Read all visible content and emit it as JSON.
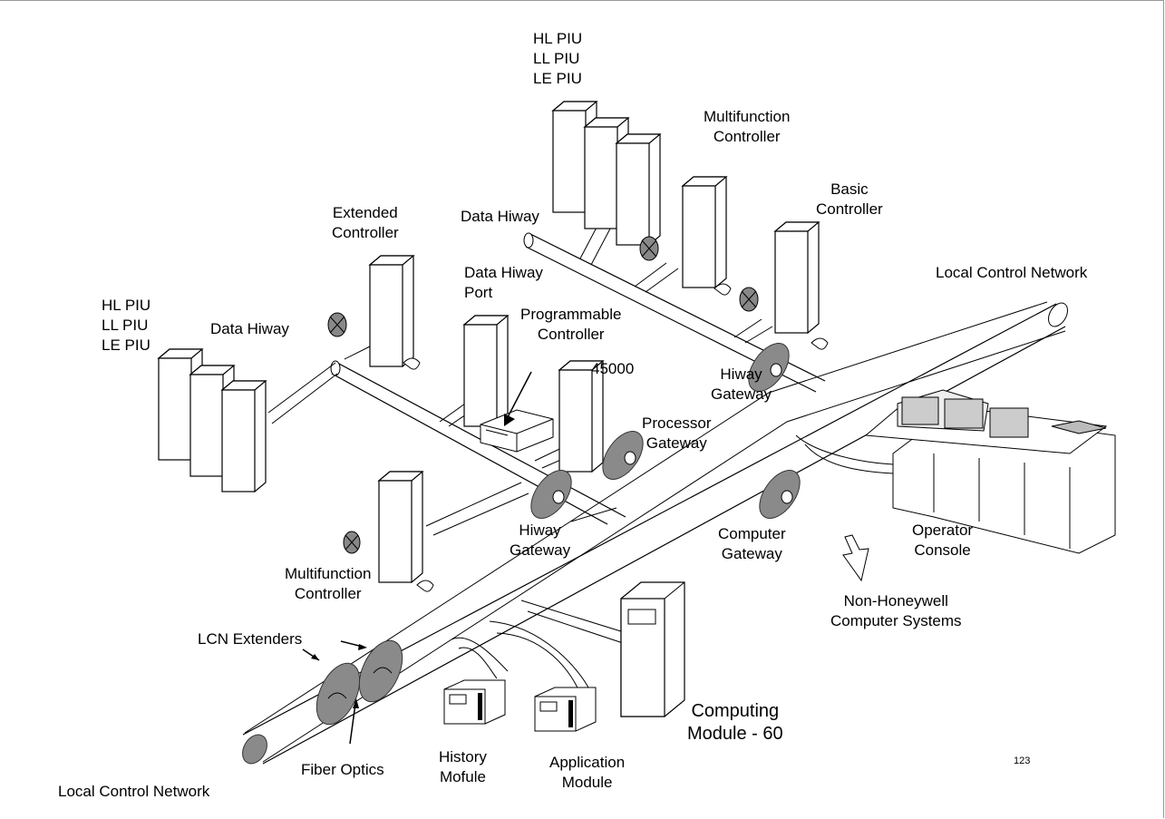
{
  "labels": {
    "piu_top": [
      "HL PIU",
      "LL PIU",
      "LE PIU"
    ],
    "piu_left": [
      "HL PIU",
      "LL PIU",
      "LE PIU"
    ],
    "multifunction_top": [
      "Multifunction",
      "Controller"
    ],
    "basic_controller": [
      "Basic",
      "Controller"
    ],
    "extended_controller": [
      "Extended",
      "Controller"
    ],
    "data_hiway_top": "Data Hiway",
    "data_hiway_left": "Data Hiway",
    "data_hiway_port": [
      "Data Hiway",
      "Port"
    ],
    "programmable_controller": [
      "Programmable",
      "Controller"
    ],
    "lcn_top": "Local Control Network",
    "n45000": "45000",
    "hiway_gateway_right": [
      "Hiway",
      "Gateway"
    ],
    "processor_gateway": [
      "Processor",
      "Gateway"
    ],
    "hiway_gateway_low": [
      "Hiway",
      "Gateway"
    ],
    "multifunction_low": [
      "Multifunction",
      "Controller"
    ],
    "computer_gateway": [
      "Computer",
      "Gateway"
    ],
    "operator_console": [
      "Operator",
      "Console"
    ],
    "non_honeywell": [
      "Non-Honeywell",
      "Computer Systems"
    ],
    "lcn_extenders": "LCN Extenders",
    "computing_module": [
      "Computing",
      "Module - 60"
    ],
    "fiber_optics": "Fiber Optics",
    "history_module": [
      "History",
      "Mofule"
    ],
    "application_module": [
      "Application",
      "Module"
    ],
    "lcn_bottom": "Local Control Network",
    "figure_number": "123"
  }
}
